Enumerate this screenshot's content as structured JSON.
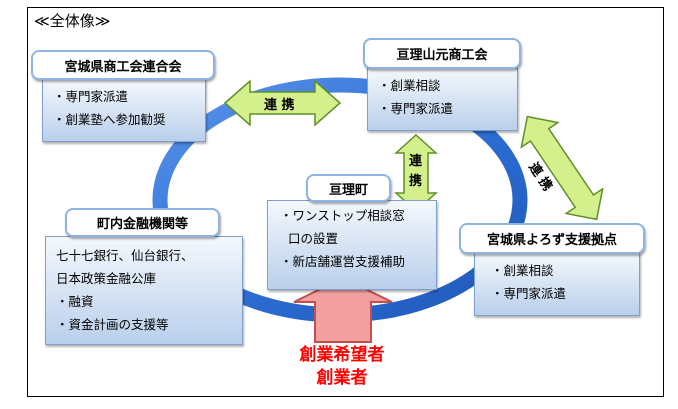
{
  "title": "≪全体像≫",
  "miyagi_federation": {
    "name": "宮城県商工会連合会",
    "items": [
      "・専門家派遣",
      "・創業塾へ参加勧奨"
    ]
  },
  "watari_yamamoto": {
    "name": "亘理山元商工会",
    "items": [
      "・創業相談",
      "・専門家派遣"
    ]
  },
  "watari_town": {
    "name": "亘理町",
    "items": [
      "・ワンストップ相談窓",
      "口の設置",
      "・新店舗運営支援補助"
    ]
  },
  "financial": {
    "name": "町内金融機関等",
    "items": [
      "七十七銀行、仙台銀行、",
      "日本政策金融公庫",
      "・融資",
      "・資金計画の支援等"
    ]
  },
  "yorozu": {
    "name": "宮城県よろず支援拠点",
    "items": [
      "・創業相談",
      "・専門家派遣"
    ]
  },
  "links": {
    "left_label": "連  携",
    "center_chars": [
      "連",
      "携"
    ],
    "right_label": "連  携"
  },
  "applicants": [
    "創業希望者",
    "創業者"
  ],
  "colors": {
    "ring": "#2e6fd6",
    "link_arrow_fill": "#d4f08c",
    "link_arrow_stroke": "#5f8f2a",
    "applicant_arrow_fill": "#f2a0a0",
    "applicant_arrow_stroke": "#c0504d",
    "applicant_text": "#ff0000"
  }
}
